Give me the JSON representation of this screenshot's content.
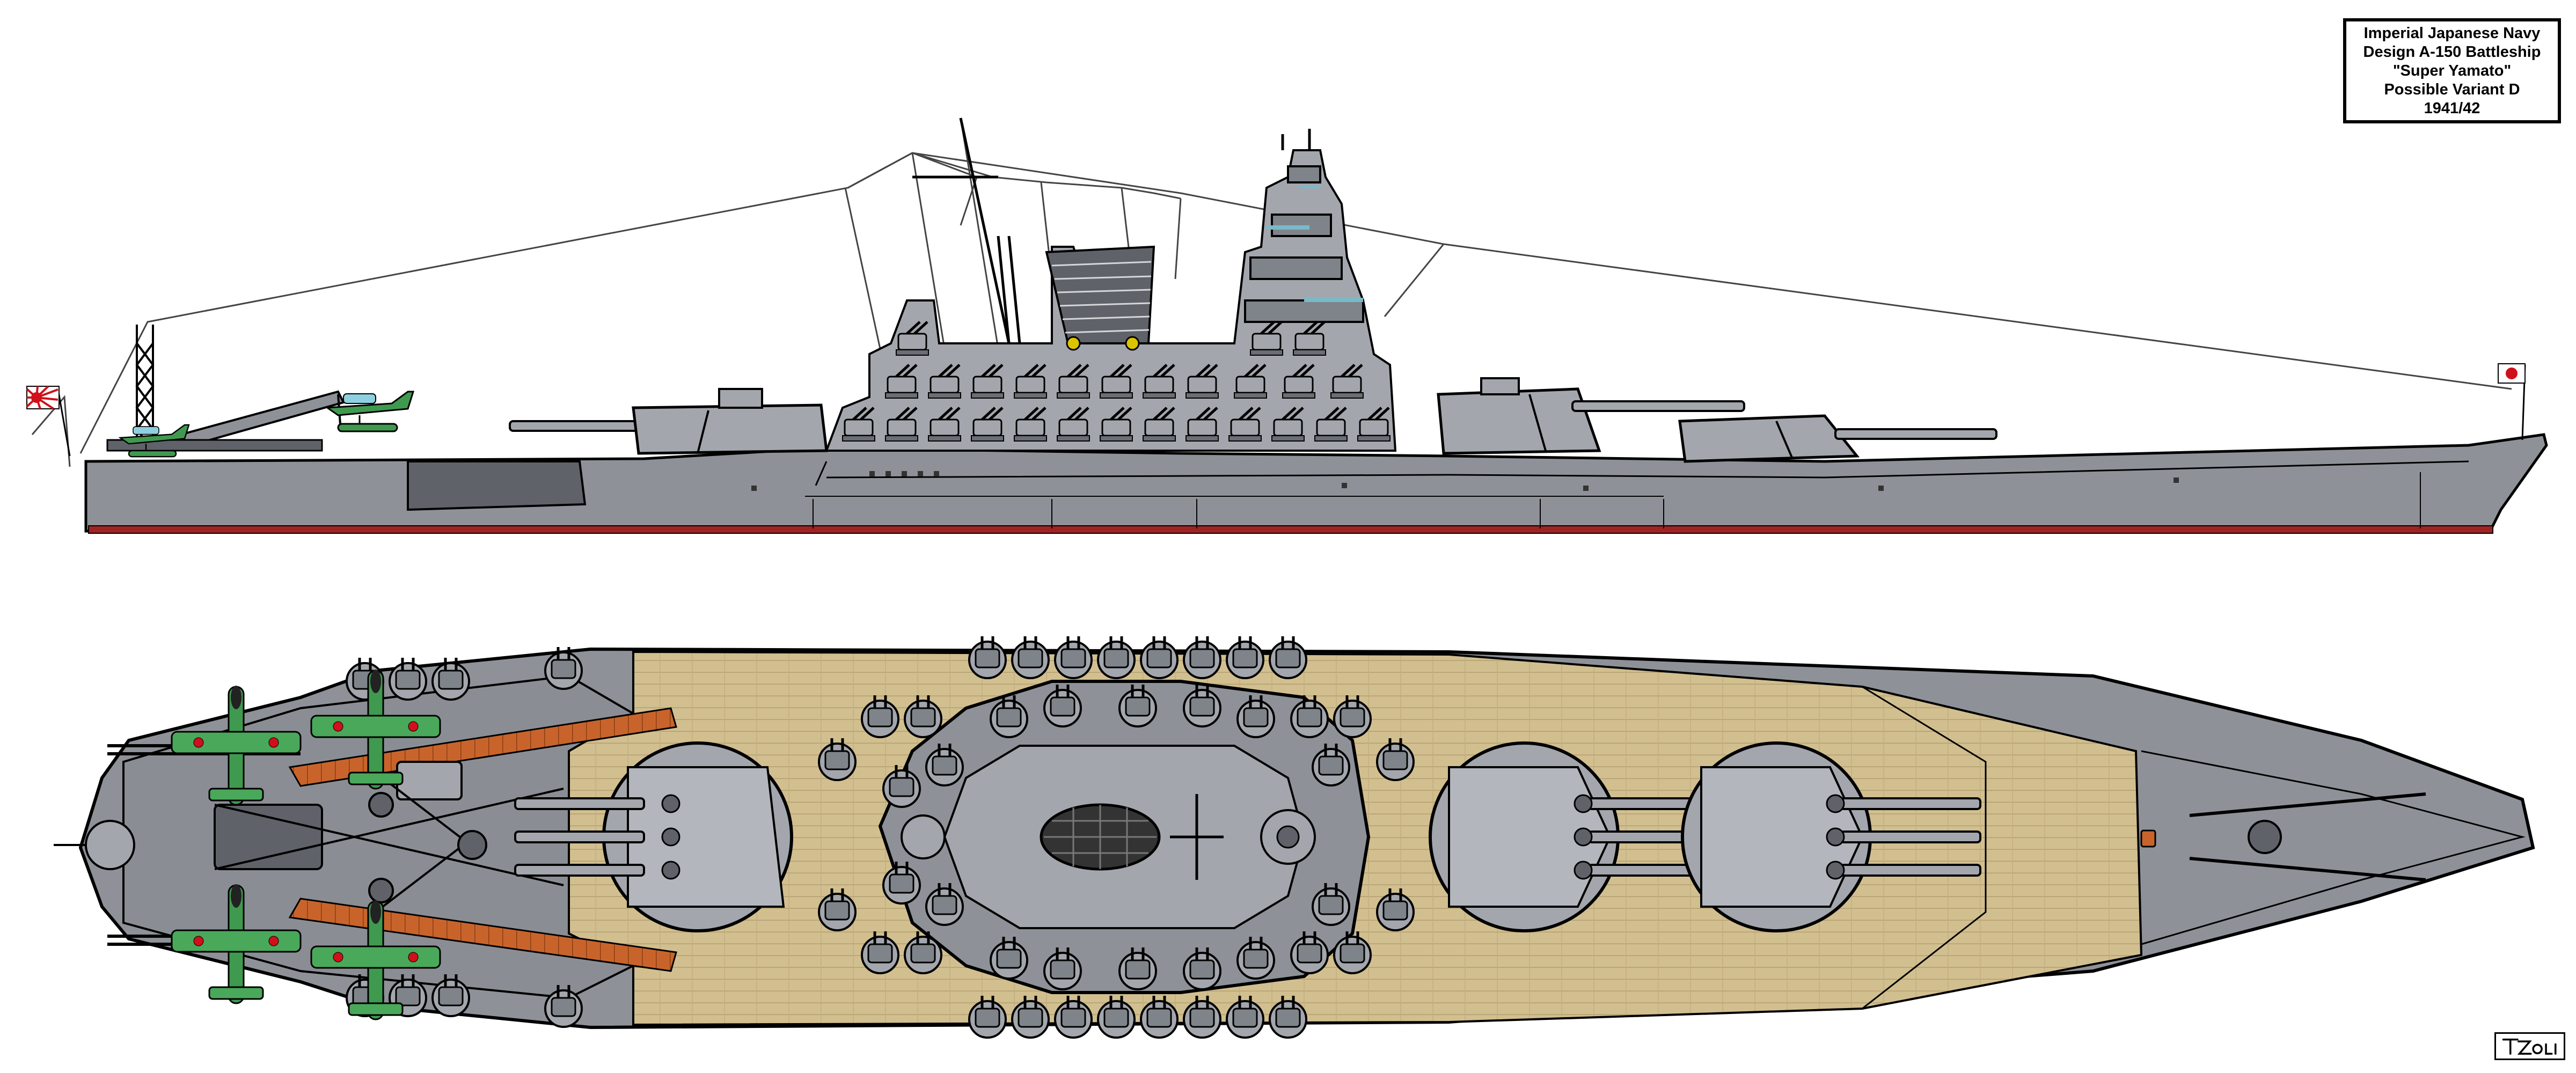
{
  "title_block": {
    "line1": "Imperial Japanese Navy",
    "line2": "Design A-150 Battleship",
    "line3": "\"Super Yamato\"",
    "line4": "Possible Variant D",
    "line5": "1941/42"
  },
  "signature": "TZOLI",
  "colors": {
    "hull_gray": "#8e9298",
    "hull_dark": "#5f6369",
    "superstructure_gray": "#a3a7ad",
    "boot_topping_red": "#9e2424",
    "deck_wood": "#d2bf8f",
    "deck_plank_lines": "#b7a274",
    "linoleum_orange": "#c8642b",
    "aircraft_green": "#3f9a4f",
    "flag_red": "#d0101a"
  },
  "icons": {
    "stern_flag": "rising-sun-ensign-icon",
    "bow_flag": "hinomaru-jack-icon",
    "aircraft": "floatplane-icon",
    "turret": "main-turret-icon"
  }
}
